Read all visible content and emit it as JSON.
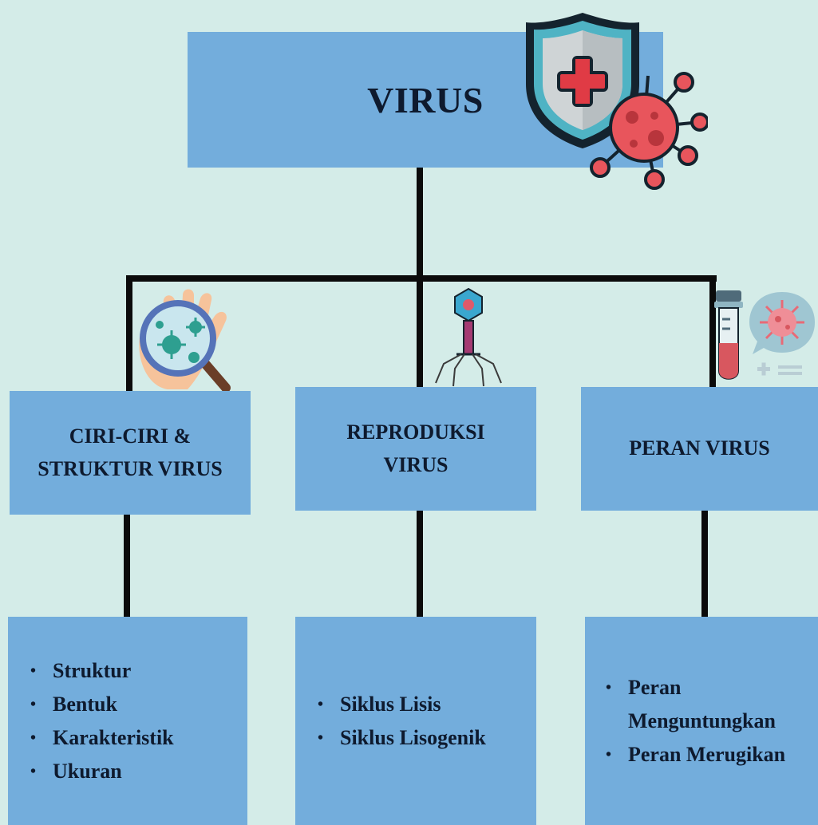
{
  "root": {
    "title": "VIRUS"
  },
  "categories": [
    {
      "label_lines": [
        "CIRI-CIRI &",
        "STRUKTUR VIRUS"
      ]
    },
    {
      "label_lines": [
        "REPRODUKSI",
        "VIRUS"
      ]
    },
    {
      "label_lines": [
        "PERAN VIRUS"
      ]
    }
  ],
  "details": [
    {
      "items": [
        "Struktur",
        "Bentuk",
        "Karakteristik",
        "Ukuran"
      ]
    },
    {
      "items": [
        "Siklus Lisis",
        "Siklus Lisogenik"
      ]
    },
    {
      "items": [
        "Peran",
        "Menguntungkan",
        "Peran Merugikan"
      ]
    }
  ],
  "icons": [
    "shield-plus-icon",
    "virus-icon",
    "magnifier-hand-icon",
    "bacteriophage-icon",
    "test-tube-icon",
    "virus-speech-bubble-icon"
  ],
  "colors": {
    "background": "#d4ece8",
    "box": "#73addc",
    "line": "#0b0b0b",
    "text": "#0e1a2e"
  }
}
